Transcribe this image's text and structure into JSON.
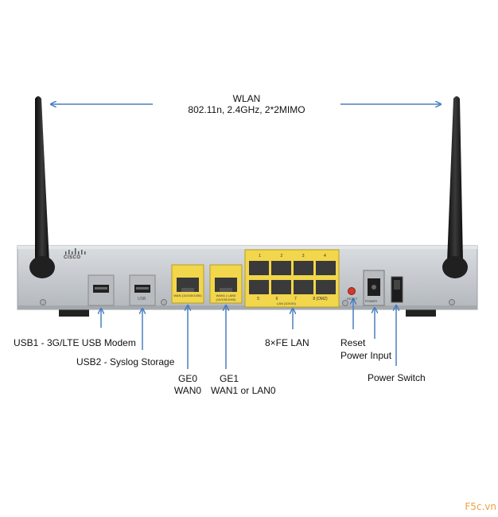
{
  "wlan": {
    "title": "WLAN",
    "spec": "802.11n, 2.4GHz, 2*2MIMO"
  },
  "device": {
    "brand": "CISCO",
    "port_labels": {
      "usb": "USB",
      "wan": "WAN (10/100/1000)",
      "wan1_lan": "WAN1 | LAN0 (10/100/1000)",
      "lan": "LAN (10/100)",
      "reset": "RESET",
      "power": "POWER",
      "lan_numbers_top": [
        "1",
        "2",
        "3",
        "4"
      ],
      "lan_numbers_bottom": [
        "5",
        "6",
        "7",
        "8 (DMZ)"
      ]
    }
  },
  "callouts": {
    "usb1": "USB1 - 3G/LTE USB Modem",
    "usb2": "USB2 - Syslog Storage",
    "ge0_line1": "GE0",
    "ge0_line2": "WAN0",
    "ge1_line1": "GE1",
    "ge1_line2": "WAN1 or LAN0",
    "fe_lan": "8×FE LAN",
    "reset": "Reset",
    "power_input": "Power Input",
    "power_switch": "Power Switch"
  },
  "watermark": "F5c.vn",
  "colors": {
    "arrow": "#4a7fc1",
    "chassis": "#c9cdd1",
    "port_yellow": "#f2d64b",
    "antenna": "#1c1c1c",
    "reset_red": "#d23a2a"
  }
}
